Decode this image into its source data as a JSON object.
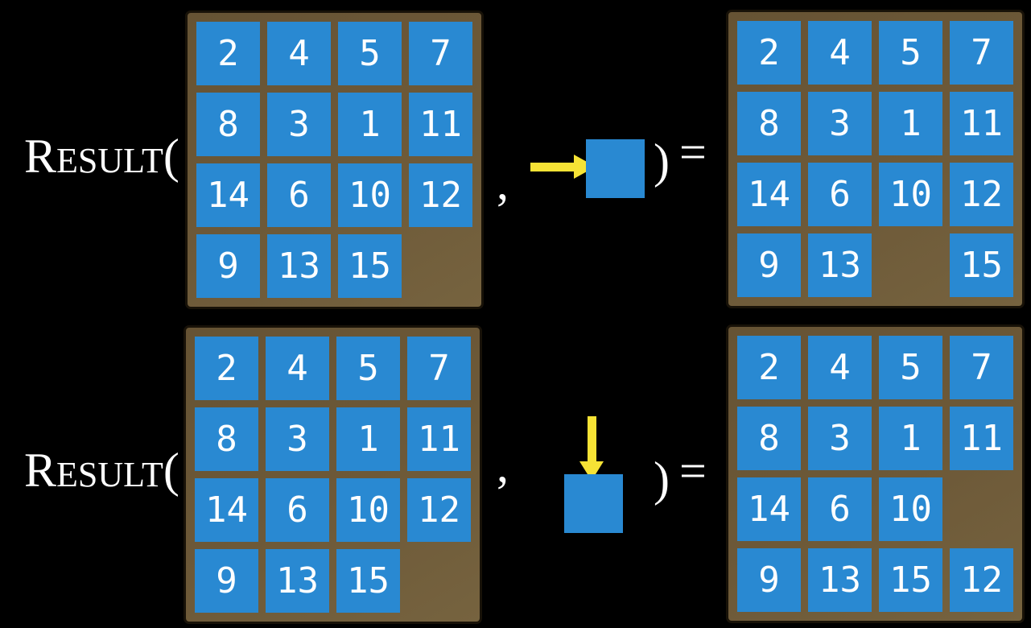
{
  "colors": {
    "background": "#000000",
    "text_white": "#ffffff",
    "number_white": "#ffffff",
    "tile_blue": "#2989d2",
    "arrow_yellow": "#f6e335",
    "frame_dark": "#665334",
    "frame_mid": "#6d5938",
    "frame_light": "#76633f",
    "frame_border": "#181208"
  },
  "formula_rows": [
    {
      "function_label_initial": "R",
      "function_label_rest": "ESULT",
      "open_paren": "(",
      "comma": ",",
      "close_paren": ")",
      "equals": "=",
      "action": {
        "icon": "right-arrow-icon",
        "direction": "right"
      },
      "initial_state": [
        [
          2,
          4,
          5,
          7
        ],
        [
          8,
          3,
          1,
          11
        ],
        [
          14,
          6,
          10,
          12
        ],
        [
          9,
          13,
          15,
          null
        ]
      ],
      "result_state": [
        [
          2,
          4,
          5,
          7
        ],
        [
          8,
          3,
          1,
          11
        ],
        [
          14,
          6,
          10,
          12
        ],
        [
          9,
          13,
          null,
          15
        ]
      ]
    },
    {
      "function_label_initial": "R",
      "function_label_rest": "ESULT",
      "open_paren": "(",
      "comma": ",",
      "close_paren": ")",
      "equals": "=",
      "action": {
        "icon": "down-arrow-icon",
        "direction": "down"
      },
      "initial_state": [
        [
          2,
          4,
          5,
          7
        ],
        [
          8,
          3,
          1,
          11
        ],
        [
          14,
          6,
          10,
          12
        ],
        [
          9,
          13,
          15,
          null
        ]
      ],
      "result_state": [
        [
          2,
          4,
          5,
          7
        ],
        [
          8,
          3,
          1,
          11
        ],
        [
          14,
          6,
          10,
          null
        ],
        [
          9,
          13,
          15,
          12
        ]
      ]
    }
  ]
}
